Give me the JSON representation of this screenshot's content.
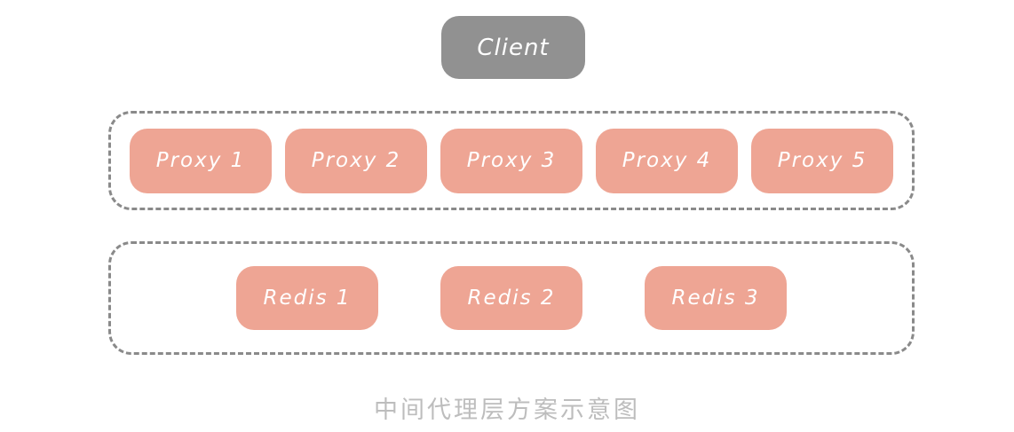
{
  "client": {
    "label": "Client"
  },
  "proxy_layer": {
    "items": [
      "Proxy 1",
      "Proxy 2",
      "Proxy 3",
      "Proxy 4",
      "Proxy 5"
    ]
  },
  "redis_layer": {
    "items": [
      "Redis 1",
      "Redis 2",
      "Redis 3"
    ]
  },
  "caption": "中间代理层方案示意图",
  "colors": {
    "node_fill": "#eea594",
    "node_text": "#ffffff",
    "client_fill": "#919191",
    "dashed_border": "#8a8a8a",
    "caption_text": "#bdbdbd",
    "background": "#ffffff"
  }
}
